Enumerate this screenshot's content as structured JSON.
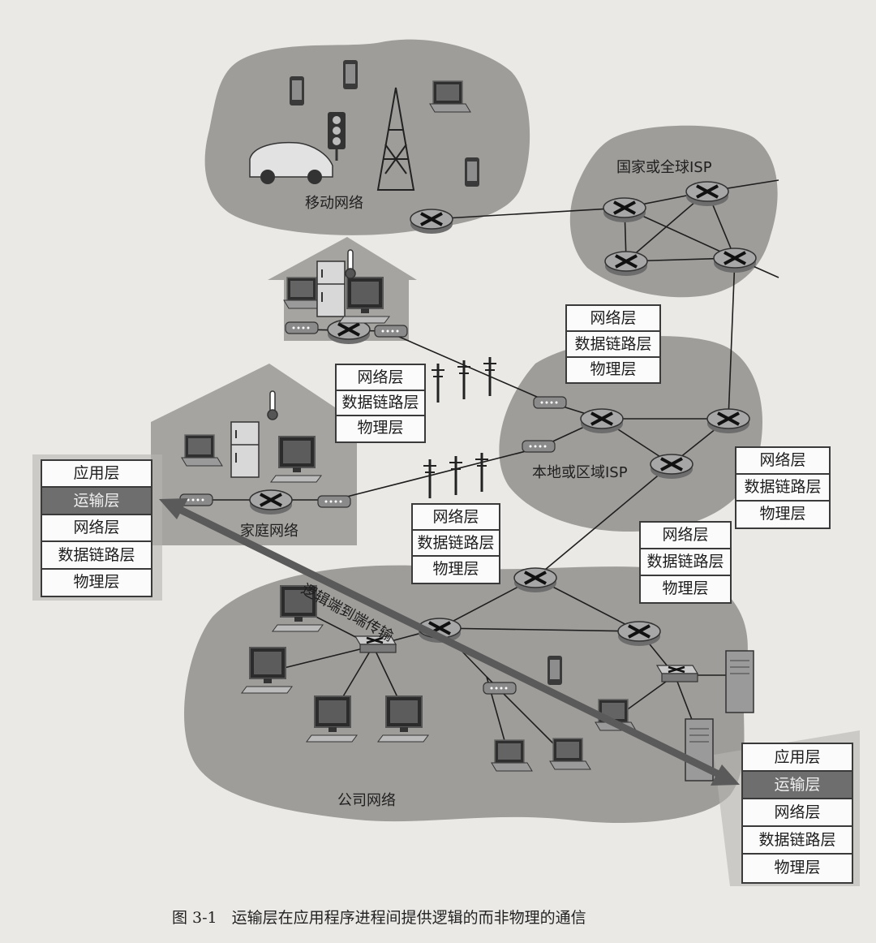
{
  "networks": {
    "mobile": "移动网络",
    "isp_global": "国家或全球ISP",
    "isp_local": "本地或区域ISP",
    "home": "家庭网络",
    "enterprise": "公司网络"
  },
  "arrow_label": "逻辑端到端传输",
  "stack_full": [
    "应用层",
    "运输层",
    "网络层",
    "数据链路层",
    "物理层"
  ],
  "stack_router": [
    "网络层",
    "数据链路层",
    "物理层"
  ],
  "caption": {
    "number": "图 3-1",
    "text": "运输层在应用程序进程间提供逻辑的而非物理的通信"
  },
  "colors": {
    "cloud": "#9e9c99",
    "shaded_layer": "#6e6e6e",
    "arrow": "#5a5a5a"
  }
}
